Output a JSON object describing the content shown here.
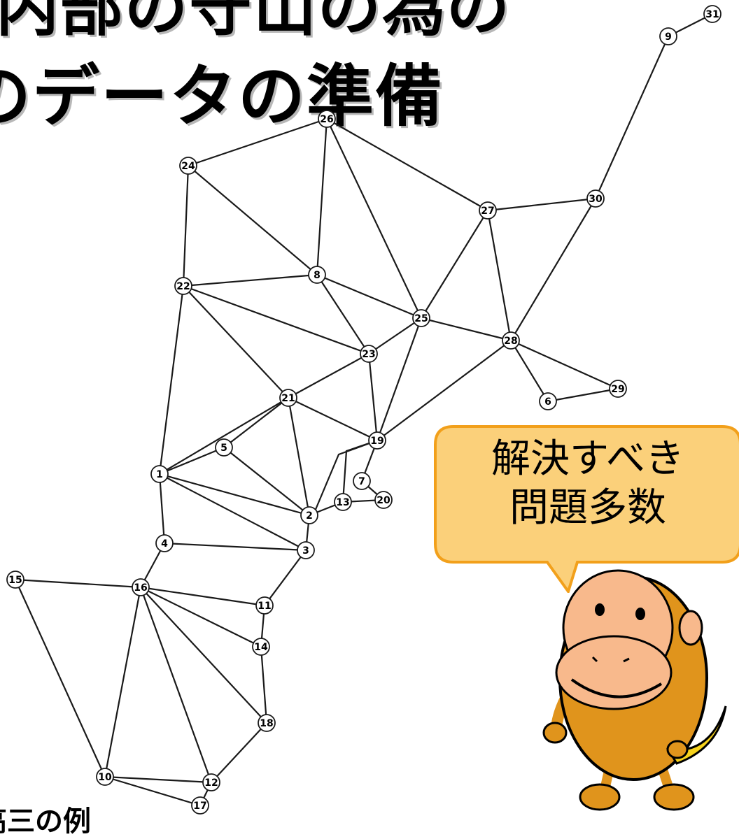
{
  "title": {
    "line1": "内部の守山の為の",
    "line2": "のデータの準備"
  },
  "bubble": {
    "line1": "解決すべき",
    "line2": "問題多数"
  },
  "caption": "高三の例",
  "colors": {
    "bubble_fill": "#fbd07a",
    "bubble_stroke": "#f2a01b",
    "mascot_body": "#e0941c",
    "mascot_face": "#f8b98c",
    "banana": "#f6d21c"
  },
  "graph": {
    "nodes": [
      "1",
      "2",
      "3",
      "4",
      "5",
      "6",
      "7",
      "8",
      "9",
      "10",
      "11",
      "12",
      "13",
      "14",
      "15",
      "16",
      "17",
      "18",
      "19",
      "20",
      "21",
      "22",
      "23",
      "24",
      "25",
      "26",
      "27",
      "28",
      "29",
      "30",
      "31"
    ],
    "edges": [
      [
        "31",
        "9"
      ],
      [
        "9",
        "30"
      ],
      [
        "30",
        "27"
      ],
      [
        "30",
        "28"
      ],
      [
        "26",
        "24"
      ],
      [
        "26",
        "8"
      ],
      [
        "26",
        "25"
      ],
      [
        "26",
        "27"
      ],
      [
        "24",
        "8"
      ],
      [
        "24",
        "22"
      ],
      [
        "27",
        "25"
      ],
      [
        "27",
        "28"
      ],
      [
        "8",
        "22"
      ],
      [
        "8",
        "25"
      ],
      [
        "8",
        "23"
      ],
      [
        "22",
        "23"
      ],
      [
        "22",
        "21"
      ],
      [
        "22",
        "1"
      ],
      [
        "25",
        "23"
      ],
      [
        "25",
        "28"
      ],
      [
        "25",
        "19"
      ],
      [
        "28",
        "29"
      ],
      [
        "28",
        "6"
      ],
      [
        "6",
        "29"
      ],
      [
        "28",
        "19"
      ],
      [
        "23",
        "21"
      ],
      [
        "23",
        "19"
      ],
      [
        "21",
        "1"
      ],
      [
        "21",
        "19"
      ],
      [
        "21",
        "2"
      ],
      [
        "5",
        "1"
      ],
      [
        "5",
        "21"
      ],
      [
        "5",
        "2"
      ],
      [
        "19",
        "7"
      ],
      [
        "19",
        "13"
      ],
      [
        "7",
        "20"
      ],
      [
        "13",
        "20"
      ],
      [
        "13",
        "2"
      ],
      [
        "1",
        "2"
      ],
      [
        "1",
        "3"
      ],
      [
        "1",
        "4"
      ],
      [
        "2",
        "3"
      ],
      [
        "4",
        "3"
      ],
      [
        "3",
        "11"
      ],
      [
        "4",
        "16"
      ],
      [
        "16",
        "11"
      ],
      [
        "16",
        "14"
      ],
      [
        "16",
        "18"
      ],
      [
        "16",
        "12"
      ],
      [
        "16",
        "10"
      ],
      [
        "16",
        "15"
      ],
      [
        "11",
        "14"
      ],
      [
        "14",
        "18"
      ],
      [
        "15",
        "10"
      ],
      [
        "10",
        "12"
      ],
      [
        "10",
        "17"
      ],
      [
        "12",
        "17"
      ],
      [
        "12",
        "18"
      ]
    ]
  }
}
